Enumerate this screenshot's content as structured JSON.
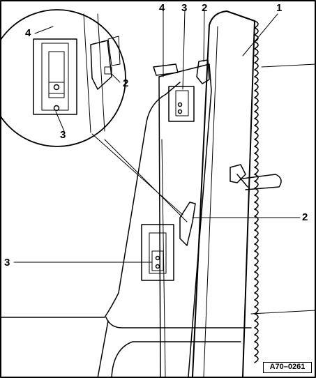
{
  "callouts": {
    "c1": "1",
    "c2_top": "2",
    "c2_mid": "2",
    "c3_top": "3",
    "c3_left": "3",
    "c4_top": "4",
    "c4_inset": "4",
    "c2_inset": "2",
    "c3_inset": "3"
  },
  "reference_code": "A70–0261",
  "colors": {
    "line": "#000000",
    "background": "#ffffff"
  }
}
